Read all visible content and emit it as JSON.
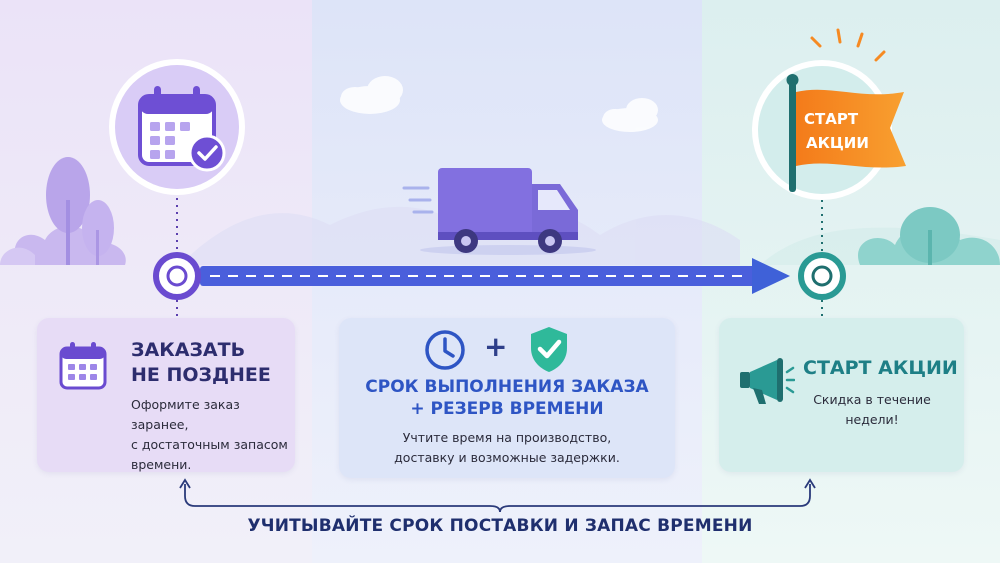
{
  "colors": {
    "purple": "#7256d6",
    "blue": "#3f61d8",
    "teal": "#2a9a94",
    "orange": "#f68a22",
    "navy": "#1f2f6e"
  },
  "icons": {
    "calendar_top": "calendar-check-icon",
    "truck": "truck-icon",
    "flag": "flag-icon",
    "calendar_card": "calendar-icon",
    "clock": "clock-icon",
    "shield": "shield-check-icon",
    "megaphone": "megaphone-icon"
  },
  "flag": {
    "line1": "СТАРТ",
    "line2": "АКЦИИ"
  },
  "cards": {
    "order": {
      "title_line1": "ЗАКАЗАТЬ",
      "title_line2": "НЕ ПОЗДНЕЕ",
      "text_line1": "Оформите заказ заранее,",
      "text_line2": "с достаточным запасом",
      "text_line3": "времени."
    },
    "lead_time": {
      "plus": "+",
      "title_line1": "СРОК ВЫПОЛНЕНИЯ ЗАКАЗА",
      "title_line2": "+ РЕЗЕРВ ВРЕМЕНИ",
      "text_line1": "Учтите время на производство,",
      "text_line2": "доставку и возможные задержки."
    },
    "start": {
      "title": "СТАРТ АКЦИИ",
      "text_line1": "Скидка в течение",
      "text_line2": "недели!"
    }
  },
  "bottom_label": "УЧИТЫВАЙТЕ СРОК ПОСТАВКИ И ЗАПАС ВРЕМЕНИ"
}
